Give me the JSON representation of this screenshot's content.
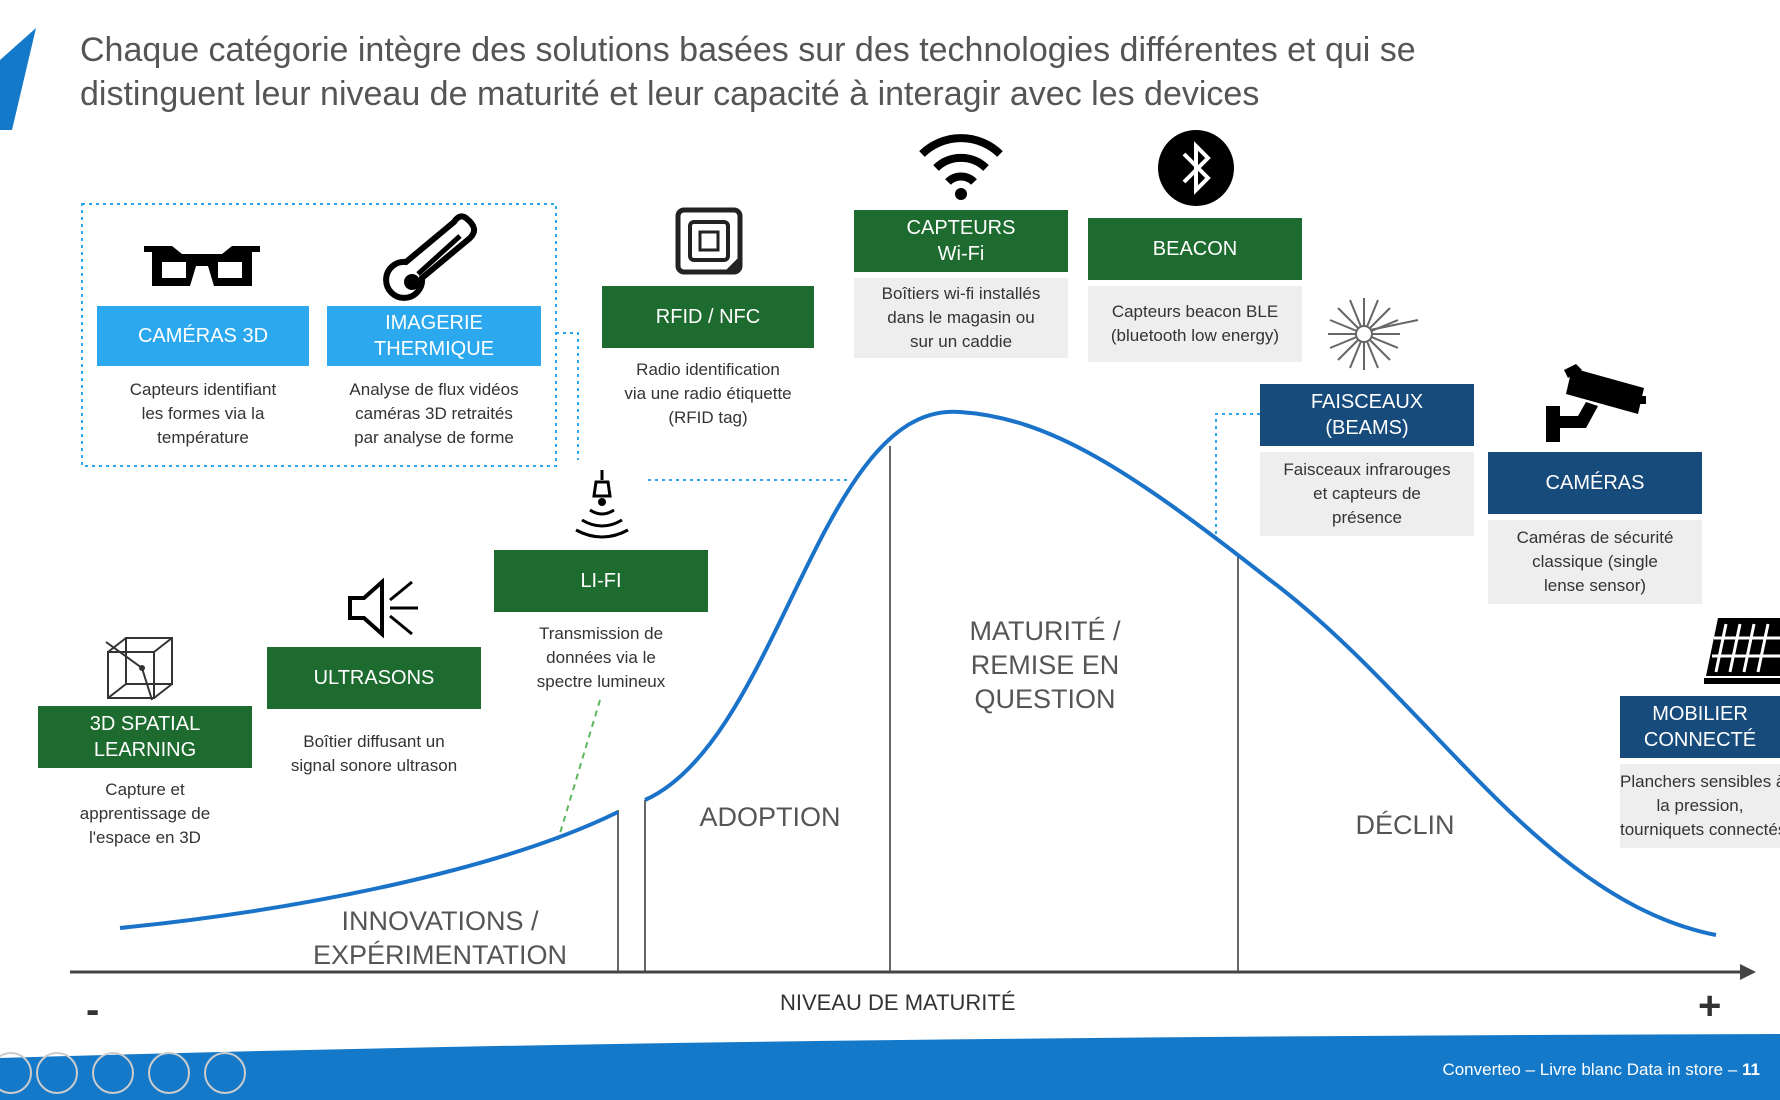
{
  "title": {
    "line1": "Chaque catégorie intègre des solutions basées sur des technologies différentes et qui se",
    "line2": "distinguent leur niveau de maturité et leur capacité à interagir avec les devices"
  },
  "stages": {
    "innovations_line1": "INNOVATIONS /",
    "innovations_line2": "EXPÉRIMENTATION",
    "adoption": "ADOPTION",
    "maturite_line1": "MATURITÉ /",
    "maturite_line2": "REMISE EN",
    "maturite_line3": "QUESTION",
    "declin": "DÉCLIN"
  },
  "axis": {
    "label": "NIVEAU DE MATURITÉ",
    "minus": "-",
    "plus": "+"
  },
  "technologies": {
    "cameras3d": {
      "title": "CAMÉRAS 3D",
      "desc1": "Capteurs identifiant",
      "desc2": "les formes via la",
      "desc3": "température"
    },
    "imagerie": {
      "title1": "IMAGERIE",
      "title2": "THERMIQUE",
      "desc1": "Analyse de flux vidéos",
      "desc2": "caméras 3D retraités",
      "desc3": "par analyse de forme"
    },
    "rfid": {
      "title": "RFID / NFC",
      "desc1": "Radio identification",
      "desc2": "via une radio étiquette",
      "desc3": "(RFID tag)"
    },
    "capteurs_wifi": {
      "title1": "CAPTEURS",
      "title2": "Wi-Fi",
      "desc1": "Boîtiers wi-fi installés",
      "desc2": "dans le magasin ou",
      "desc3": "sur un caddie"
    },
    "beacon": {
      "title": "BEACON",
      "desc1": "Capteurs beacon BLE",
      "desc2": "(bluetooth low energy)"
    },
    "faisceaux": {
      "title1": "FAISCEAUX",
      "title2": "(BEAMS)",
      "desc1": "Faisceaux infrarouges",
      "desc2": "et capteurs de",
      "desc3": "présence"
    },
    "cameras": {
      "title": "CAMÉRAS",
      "desc1": "Caméras de sécurité",
      "desc2": "classique (single",
      "desc3": "lense sensor)"
    },
    "mobilier": {
      "title1": "MOBILIER",
      "title2": "CONNECTÉ",
      "desc1": "Planchers sensibles à",
      "desc2": "la pression,",
      "desc3": "tourniquets connectés"
    },
    "lifi": {
      "title": "LI-FI",
      "desc1": "Transmission de",
      "desc2": "données via le",
      "desc3": "spectre lumineux"
    },
    "ultrasons": {
      "title": "ULTRASONS",
      "desc1": "Boîtier diffusant un",
      "desc2": "signal sonore ultrason"
    },
    "spatial": {
      "title1": "3D SPATIAL",
      "title2": "LEARNING",
      "desc1": "Capture et",
      "desc2": "apprentissage de",
      "desc3": "l'espace en 3D"
    }
  },
  "footer": {
    "text": "Converteo – Livre blanc Data in store –",
    "page": "11"
  },
  "colors": {
    "green": "#1e6b2f",
    "light_blue": "#2ba8ee",
    "navy": "#174b7c",
    "curve": "#1a73c8",
    "footer": "#1479c9"
  },
  "icons": [
    "3d-glasses-icon",
    "thermometer-icon",
    "rfid-chip-icon",
    "wifi-icon",
    "bluetooth-icon",
    "infrared-beam-icon",
    "security-camera-icon",
    "connected-floor-icon",
    "lifi-lamp-icon",
    "ultrasound-speaker-icon",
    "3d-cube-icon"
  ]
}
